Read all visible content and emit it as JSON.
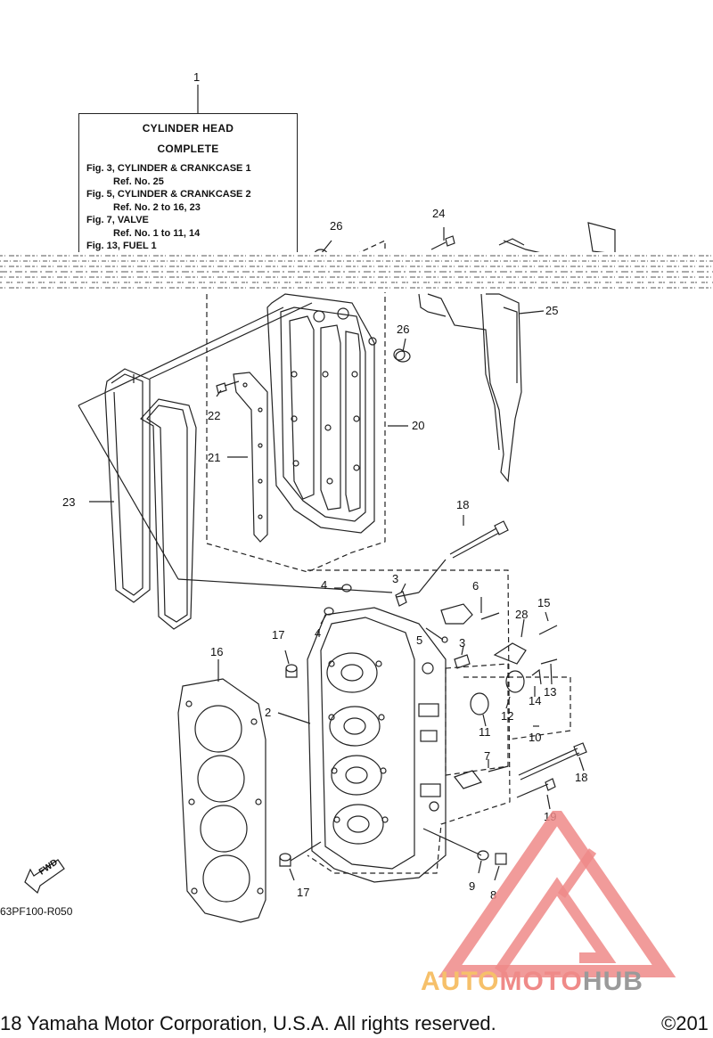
{
  "reference_box": {
    "callout": "1",
    "title_line1": "CYLINDER HEAD",
    "title_line2": "COMPLETE",
    "fig3": "Fig. 3, CYLINDER & CRANKCASE 1",
    "fig3_ref": "Ref. No. 25",
    "fig5": "Fig. 5, CYLINDER & CRANKCASE 2",
    "fig5_ref": "Ref. No. 2 to 16, 23",
    "fig7": "Fig. 7, VALVE",
    "fig7_ref": "Ref. No. 1 to 11, 14",
    "fig13": "Fig. 13, FUEL 1"
  },
  "callouts": {
    "c26a": "26",
    "c24": "24",
    "c26b": "26",
    "c25": "25",
    "c20": "20",
    "c22": "22",
    "c21": "21",
    "c23": "23",
    "c18a": "18",
    "c4a": "4",
    "c3a": "3",
    "c6": "6",
    "c15": "15",
    "c28": "28",
    "c4b": "4",
    "c5": "5",
    "c3b": "3",
    "c17a": "17",
    "c16": "16",
    "c13": "13",
    "c14": "14",
    "c12": "12",
    "c2": "2",
    "c11": "11",
    "c10": "10",
    "c7": "7",
    "c18b": "18",
    "c19": "19",
    "c9": "9",
    "c8": "8",
    "c17b": "17"
  },
  "fwd_label": "FWD",
  "part_code": "63PF100-R050",
  "copyright": "18 Yamaha Motor Corporation, U.S.A. All rights reserved.",
  "copyright_right": "©201",
  "watermark": {
    "part1": "AUTO",
    "part2": "MOTO",
    "part3": "HUB"
  },
  "colors": {
    "watermark_red": "#ef8a88",
    "watermark_orange": "#f6c06a",
    "watermark_gray": "#9a9a9a",
    "ink": "#111111"
  }
}
